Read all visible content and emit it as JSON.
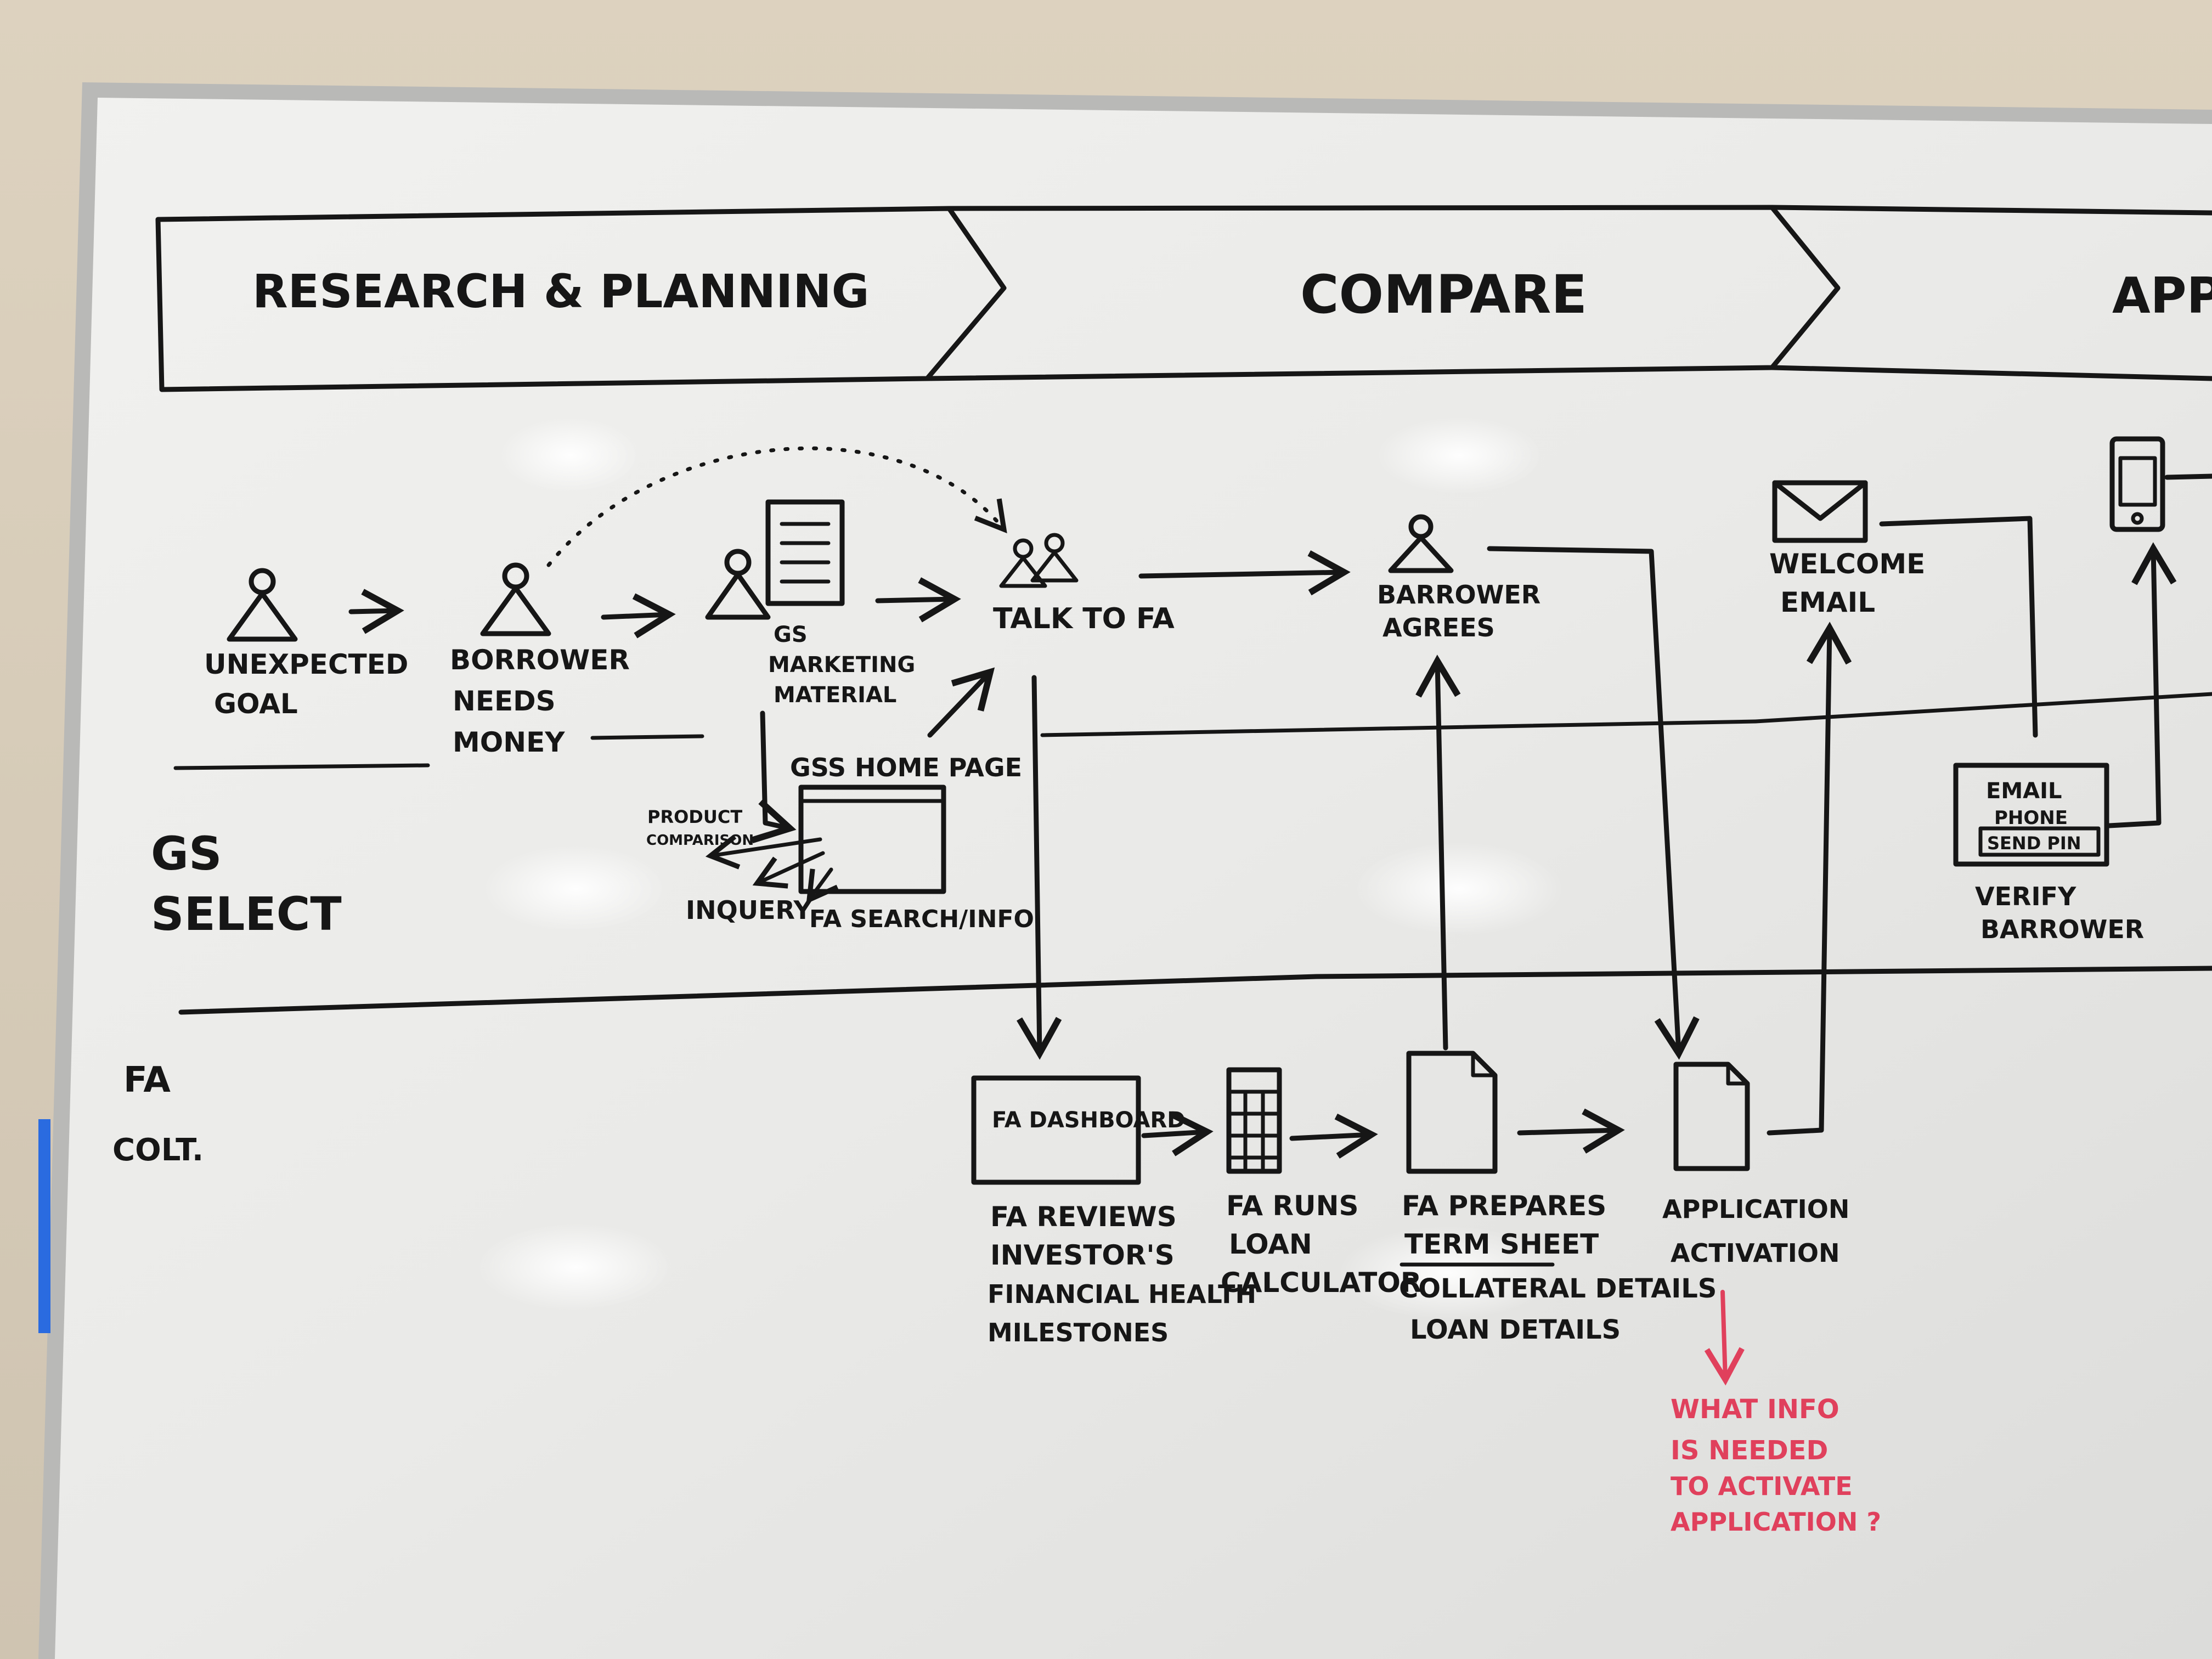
{
  "phases": [
    "RESEARCH & PLANNING",
    "COMPARE",
    "APPLI"
  ],
  "lanes": {
    "customer": "",
    "gs_select": [
      "GS",
      "SELECT"
    ],
    "fa": [
      "FA",
      "COLT."
    ]
  },
  "nodes": {
    "unexpected_goal": [
      "UNEXPECTED",
      "GOAL"
    ],
    "borrower_needs_money": [
      "BORROWER",
      "NEEDS",
      "MONEY"
    ],
    "gs_marketing_material": [
      "GS",
      "MARKETING",
      "MATERIAL"
    ],
    "talk_to_fa": "TALK TO FA",
    "borrower_agrees": [
      "BARROWER",
      "AGREES"
    ],
    "welcome_email": [
      "WELCOME",
      "EMAIL"
    ],
    "gss_home_page": "GSS HOME PAGE",
    "product_comparison": [
      "PRODUCT",
      "COMPARISON"
    ],
    "inquery": "INQUERY",
    "fa_search_info": "FA SEARCH/INFO",
    "verify_form": {
      "email": "EMAIL",
      "phone": "PHONE",
      "send_pin": "SEND PIN"
    },
    "verify_borrower": [
      "VERIFY",
      "BARROWER"
    ],
    "fa_dashboard": "FA DASHBOARD",
    "fa_reviews": [
      "FA REVIEWS",
      "INVESTOR'S",
      "FINANCIAL HEALTH",
      "MILESTONES"
    ],
    "fa_runs_calculator": [
      "FA RUNS",
      "LOAN",
      "CALCULATOR"
    ],
    "fa_prepares_term_sheet": [
      "FA PREPARES",
      "TERM SHEET",
      "COLLATERAL DETAILS",
      "LOAN DETAILS"
    ],
    "application_activation": [
      "APPLICATION",
      "ACTIVATION"
    ]
  },
  "annotation": [
    "WHAT INFO",
    "IS NEEDED",
    "TO ACTIVATE",
    "APPLICATION ?"
  ]
}
